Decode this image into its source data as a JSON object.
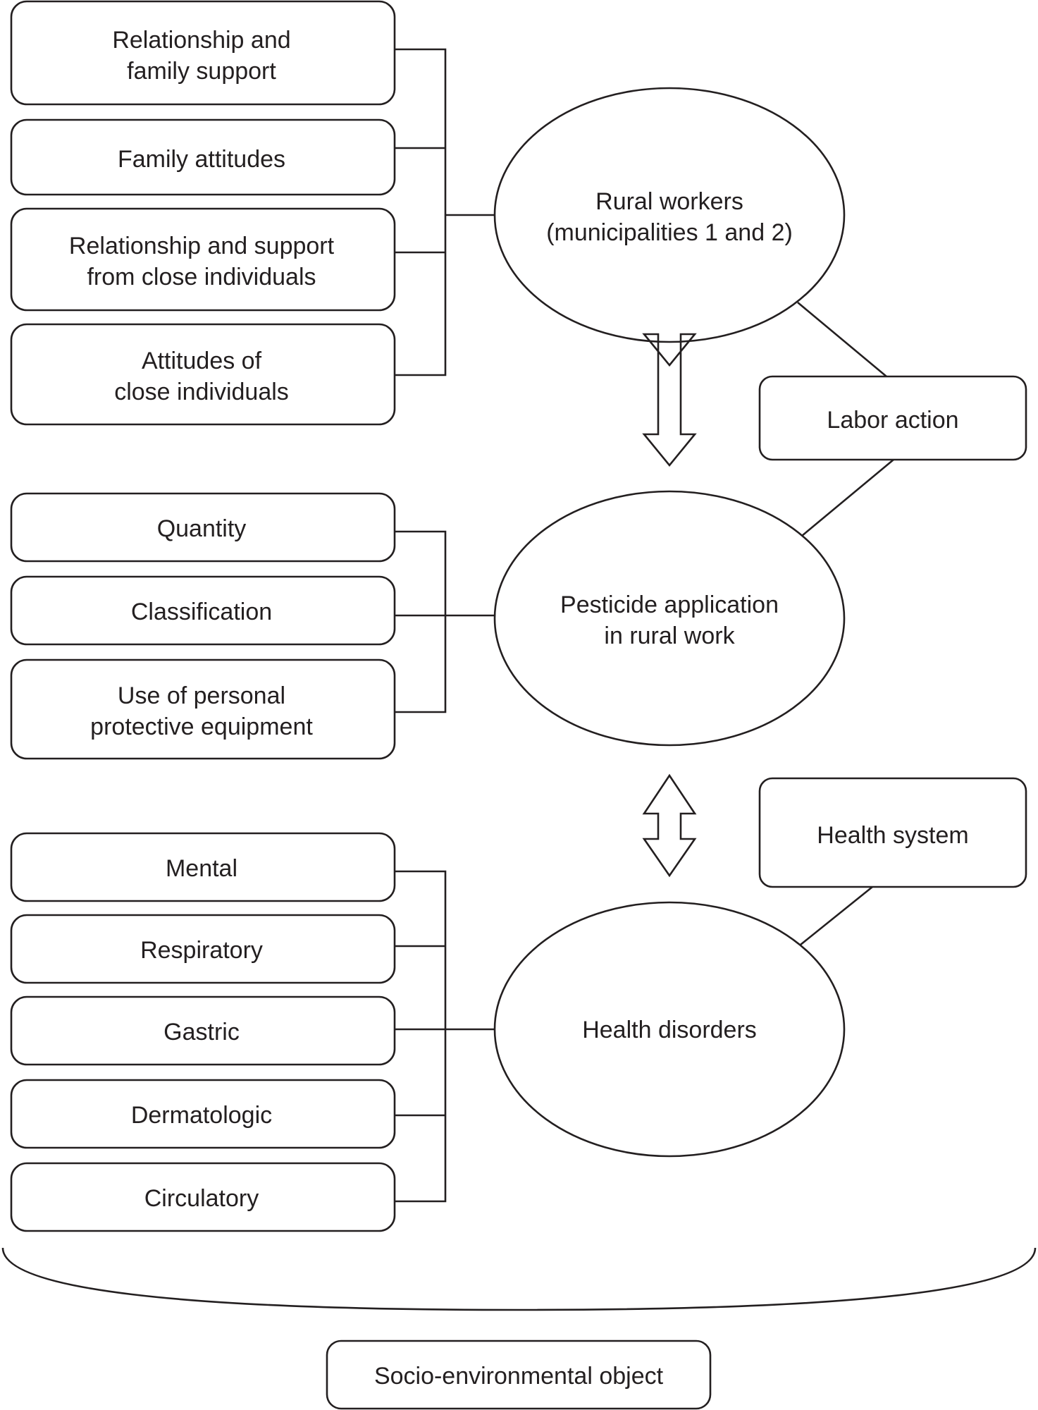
{
  "nodes": {
    "relationship_family_support": {
      "line1": "Relationship and",
      "line2": "family support"
    },
    "family_attitudes": {
      "line1": "Family attitudes"
    },
    "relationship_close_individuals": {
      "line1": "Relationship and support",
      "line2": "from close individuals"
    },
    "attitudes_close_individuals": {
      "line1": "Attitudes of",
      "line2": "close individuals"
    },
    "rural_workers": {
      "line1": "Rural workers",
      "line2": "(municipalities 1 and 2)"
    },
    "labor_action": {
      "line1": "Labor action"
    },
    "quantity": {
      "line1": "Quantity"
    },
    "classification": {
      "line1": "Classification"
    },
    "ppe_use": {
      "line1": "Use of personal",
      "line2": "protective equipment"
    },
    "pesticide_application": {
      "line1": "Pesticide application",
      "line2": "in rural work"
    },
    "health_system": {
      "line1": "Health system"
    },
    "mental": {
      "line1": "Mental"
    },
    "respiratory": {
      "line1": "Respiratory"
    },
    "gastric": {
      "line1": "Gastric"
    },
    "dermatologic": {
      "line1": "Dermatologic"
    },
    "circulatory": {
      "line1": "Circulatory"
    },
    "health_disorders": {
      "line1": "Health disorders"
    },
    "socio_environmental_object": {
      "line1": "Socio-environmental object"
    }
  },
  "colors": {
    "stroke": "#231f20",
    "fill": "#ffffff"
  }
}
